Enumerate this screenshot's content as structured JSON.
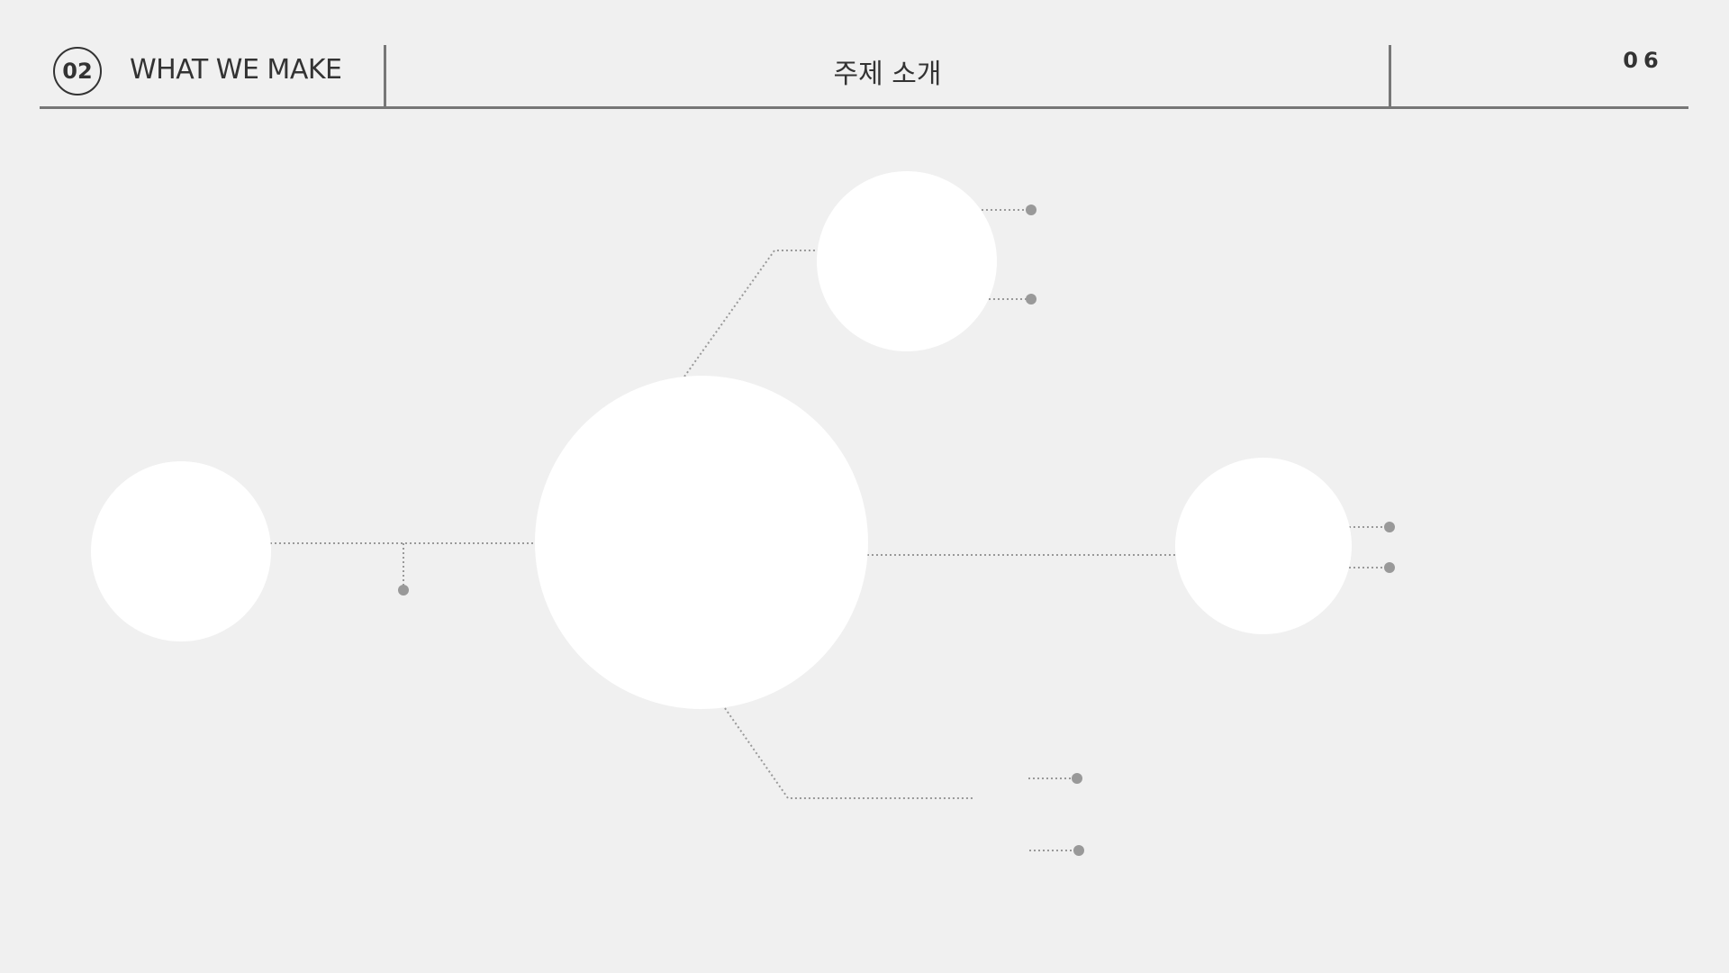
{
  "header": {
    "section_number": "02",
    "section_label": "WHAT WE MAKE",
    "title": "주제 소개",
    "page_number": "06"
  },
  "colors": {
    "background": "#f0f0f0",
    "node_fill": "#ffffff",
    "connector": "#999999",
    "text": "#333333",
    "rule": "#777777"
  }
}
